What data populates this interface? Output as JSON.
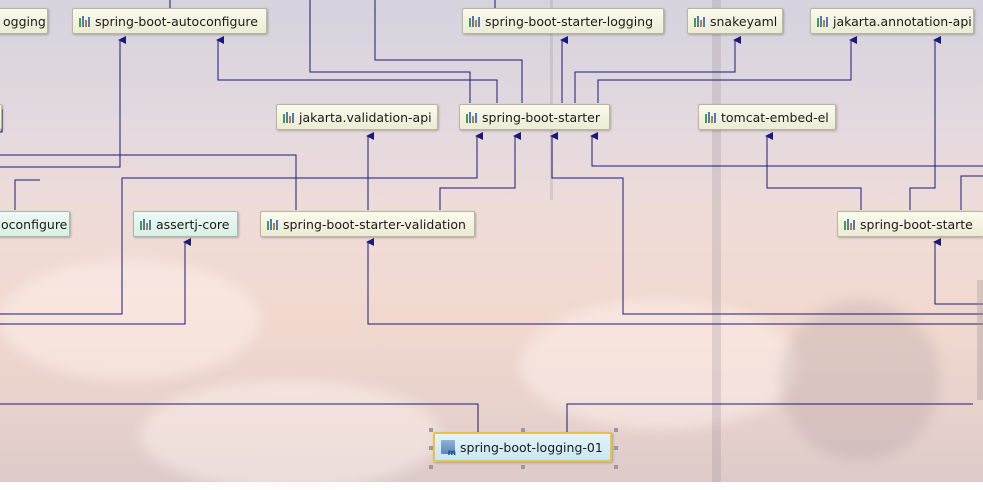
{
  "diagram": {
    "nodes": {
      "logging_left": "ogging",
      "autoconfigure": "spring-boot-autoconfigure",
      "starter_logging": "spring-boot-starter-logging",
      "snakeyaml": "snakeyaml",
      "jakarta_annotation": "jakarta.annotation-api",
      "jakarta_validation": "jakarta.validation-api",
      "starter": "spring-boot-starter",
      "tomcat_el": "tomcat-embed-el",
      "autoconfigure_left": "oconfigure",
      "assertj": "assertj-core",
      "starter_validation": "spring-boot-starter-validation",
      "starter_right": "spring-boot-starte",
      "root": "spring-boot-logging-01"
    },
    "icons": {
      "library": "library-icon",
      "module": "maven-module-icon"
    },
    "colors": {
      "edge": "#1a1a7a",
      "root_border": "#e8c34a"
    }
  }
}
